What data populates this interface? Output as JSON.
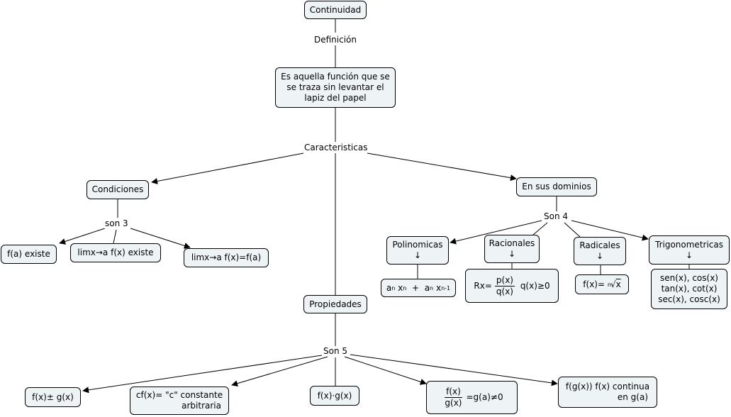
{
  "root": "Continuidad",
  "definition_label": "Definición",
  "definition_lines": [
    "Es aquella función que se",
    "se traza sin levantar el",
    "lapiz del papel"
  ],
  "characteristics_label": "Caracteristicas",
  "conditions": {
    "title": "Condiciones",
    "count_label": "son 3",
    "items": [
      "f(a) existe",
      "limx→a f(x) existe",
      "limx→a f(x)=f(a)"
    ]
  },
  "domains": {
    "title": "En sus dominios",
    "count_label": "Son 4",
    "types": [
      "Polinomicas",
      "Racionales",
      "Radicales",
      "Trigonometricas"
    ],
    "arrow_glyph": "↓",
    "polynomial": {
      "a1": "a",
      "n1": "n",
      "x1": "x",
      "e1": "n",
      "plus": "+",
      "a2": "a",
      "n2": "n",
      "x2": "x",
      "e2": "n-1"
    },
    "rational": {
      "prefix": "Rx=",
      "num": "p(x)",
      "den": "q(x)",
      "cond": "q(x)≥0"
    },
    "radical": {
      "prefix": "f(x)=",
      "index": "n",
      "radical_sign": "√",
      "radicand": "x"
    },
    "trig_lines": [
      "sen(x), cos(x)",
      "tan(x), cot(x)",
      "sec(x), cosc(x)"
    ]
  },
  "properties": {
    "title": "Propiedades",
    "count_label": "Son 5",
    "sum": "f(x)± g(x)",
    "const_lines": [
      "cf(x)= \"c\" constante",
      "arbitraria"
    ],
    "product": "f(x)·g(x)",
    "quotient": {
      "num": "f(x)",
      "den": "g(x)",
      "cond": "=g(a)≠0"
    },
    "composition_lines": [
      "f(g(x)) f(x) continua",
      "en g(a)"
    ]
  }
}
